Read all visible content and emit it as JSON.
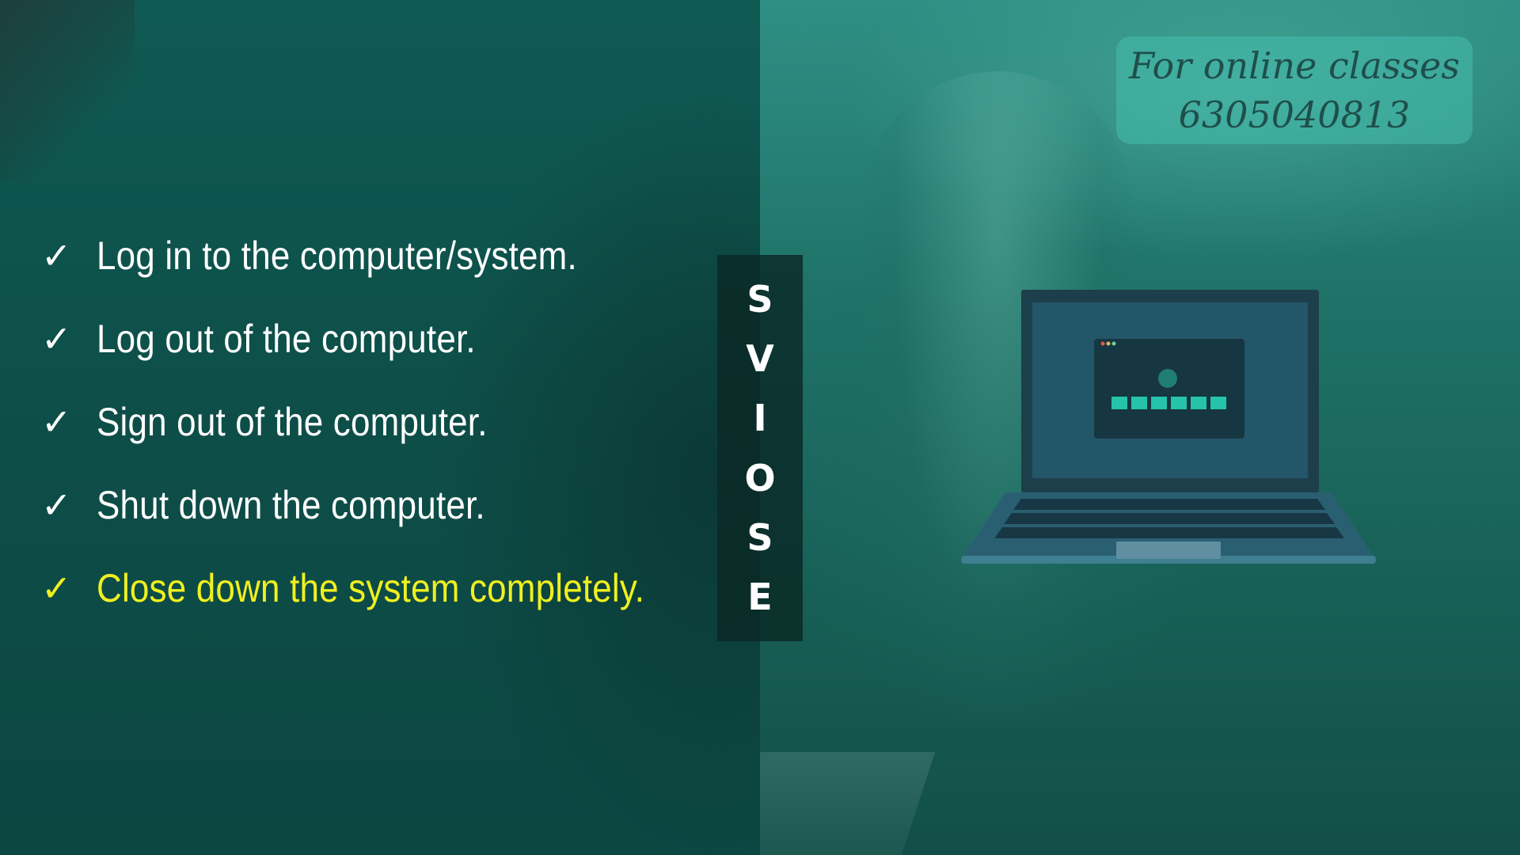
{
  "checklist": [
    {
      "text": "Log in to the computer/system."
    },
    {
      "text": "Log out of the computer."
    },
    {
      "text": "Sign out of the computer."
    },
    {
      "text": "Shut down the computer."
    },
    {
      "text": "Close down the system completely."
    }
  ],
  "check_glyph": "✓",
  "highlight_color": "#f0f020",
  "vertical_letters": [
    "S",
    "V",
    "I",
    "O",
    "S",
    "E"
  ],
  "contact": {
    "line1": "For online classes",
    "line2": "6305040813"
  },
  "icons": [
    "checkmark-icon",
    "laptop-illustration"
  ]
}
